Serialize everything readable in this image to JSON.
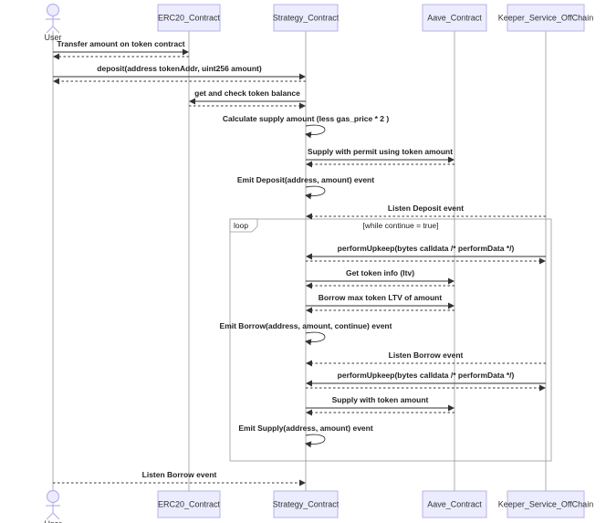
{
  "participants": [
    {
      "id": "user",
      "label": "User",
      "kind": "actor"
    },
    {
      "id": "erc20",
      "label": "ERC20_Contract",
      "kind": "box"
    },
    {
      "id": "strategy",
      "label": "Strategy_Contract",
      "kind": "box"
    },
    {
      "id": "aave",
      "label": "Aave_Contract",
      "kind": "box"
    },
    {
      "id": "keeper",
      "label": "Keeper_Service_OffChain",
      "kind": "box"
    }
  ],
  "loop": {
    "label": "loop",
    "condition": "[while continue = true]"
  },
  "messages": [
    {
      "from": "user",
      "to": "erc20",
      "text": "Transfer amount on token contract",
      "style": "solid"
    },
    {
      "from": "erc20",
      "to": "user",
      "text": "",
      "style": "dashed"
    },
    {
      "from": "user",
      "to": "strategy",
      "text": "deposit(address tokenAddr, uint256 amount)",
      "style": "solid"
    },
    {
      "from": "strategy",
      "to": "user",
      "text": "",
      "style": "dashed"
    },
    {
      "from": "strategy",
      "to": "erc20",
      "text": "get and check token balance",
      "style": "solid"
    },
    {
      "from": "erc20",
      "to": "strategy",
      "text": "",
      "style": "dashed"
    },
    {
      "from": "strategy",
      "to": "strategy",
      "text": "Calculate supply amount (less gas_price * 2 )",
      "style": "self"
    },
    {
      "from": "strategy",
      "to": "aave",
      "text": "Supply with permit using token amount",
      "style": "solid"
    },
    {
      "from": "aave",
      "to": "strategy",
      "text": "",
      "style": "dashed"
    },
    {
      "from": "strategy",
      "to": "strategy",
      "text": "Emit Deposit(address, amount) event",
      "style": "self"
    },
    {
      "from": "keeper",
      "to": "strategy",
      "text": "Listen Deposit event",
      "style": "dashed"
    },
    {
      "from": "keeper",
      "to": "strategy",
      "text": "performUpkeep(bytes calldata /* performData */)",
      "style": "solid"
    },
    {
      "from": "strategy",
      "to": "keeper",
      "text": "",
      "style": "dashed"
    },
    {
      "from": "strategy",
      "to": "aave",
      "text": "Get token info (ltv)",
      "style": "solid"
    },
    {
      "from": "aave",
      "to": "strategy",
      "text": "",
      "style": "dashed"
    },
    {
      "from": "strategy",
      "to": "aave",
      "text": "Borrow max token LTV of amount",
      "style": "solid"
    },
    {
      "from": "aave",
      "to": "strategy",
      "text": "",
      "style": "dashed"
    },
    {
      "from": "strategy",
      "to": "strategy",
      "text": "Emit Borrow(address, amount, continue) event",
      "style": "self"
    },
    {
      "from": "keeper",
      "to": "strategy",
      "text": "Listen Borrow event",
      "style": "dashed"
    },
    {
      "from": "keeper",
      "to": "strategy",
      "text": "performUpkeep(bytes calldata /* performData */)",
      "style": "solid"
    },
    {
      "from": "strategy",
      "to": "keeper",
      "text": "",
      "style": "dashed"
    },
    {
      "from": "strategy",
      "to": "aave",
      "text": "Supply with token amount",
      "style": "solid"
    },
    {
      "from": "aave",
      "to": "strategy",
      "text": "",
      "style": "dashed"
    },
    {
      "from": "strategy",
      "to": "strategy",
      "text": "Emit Supply(address, amount) event",
      "style": "self"
    },
    {
      "from": "user",
      "to": "strategy",
      "text": "Listen Borrow event",
      "style": "dashed"
    }
  ]
}
